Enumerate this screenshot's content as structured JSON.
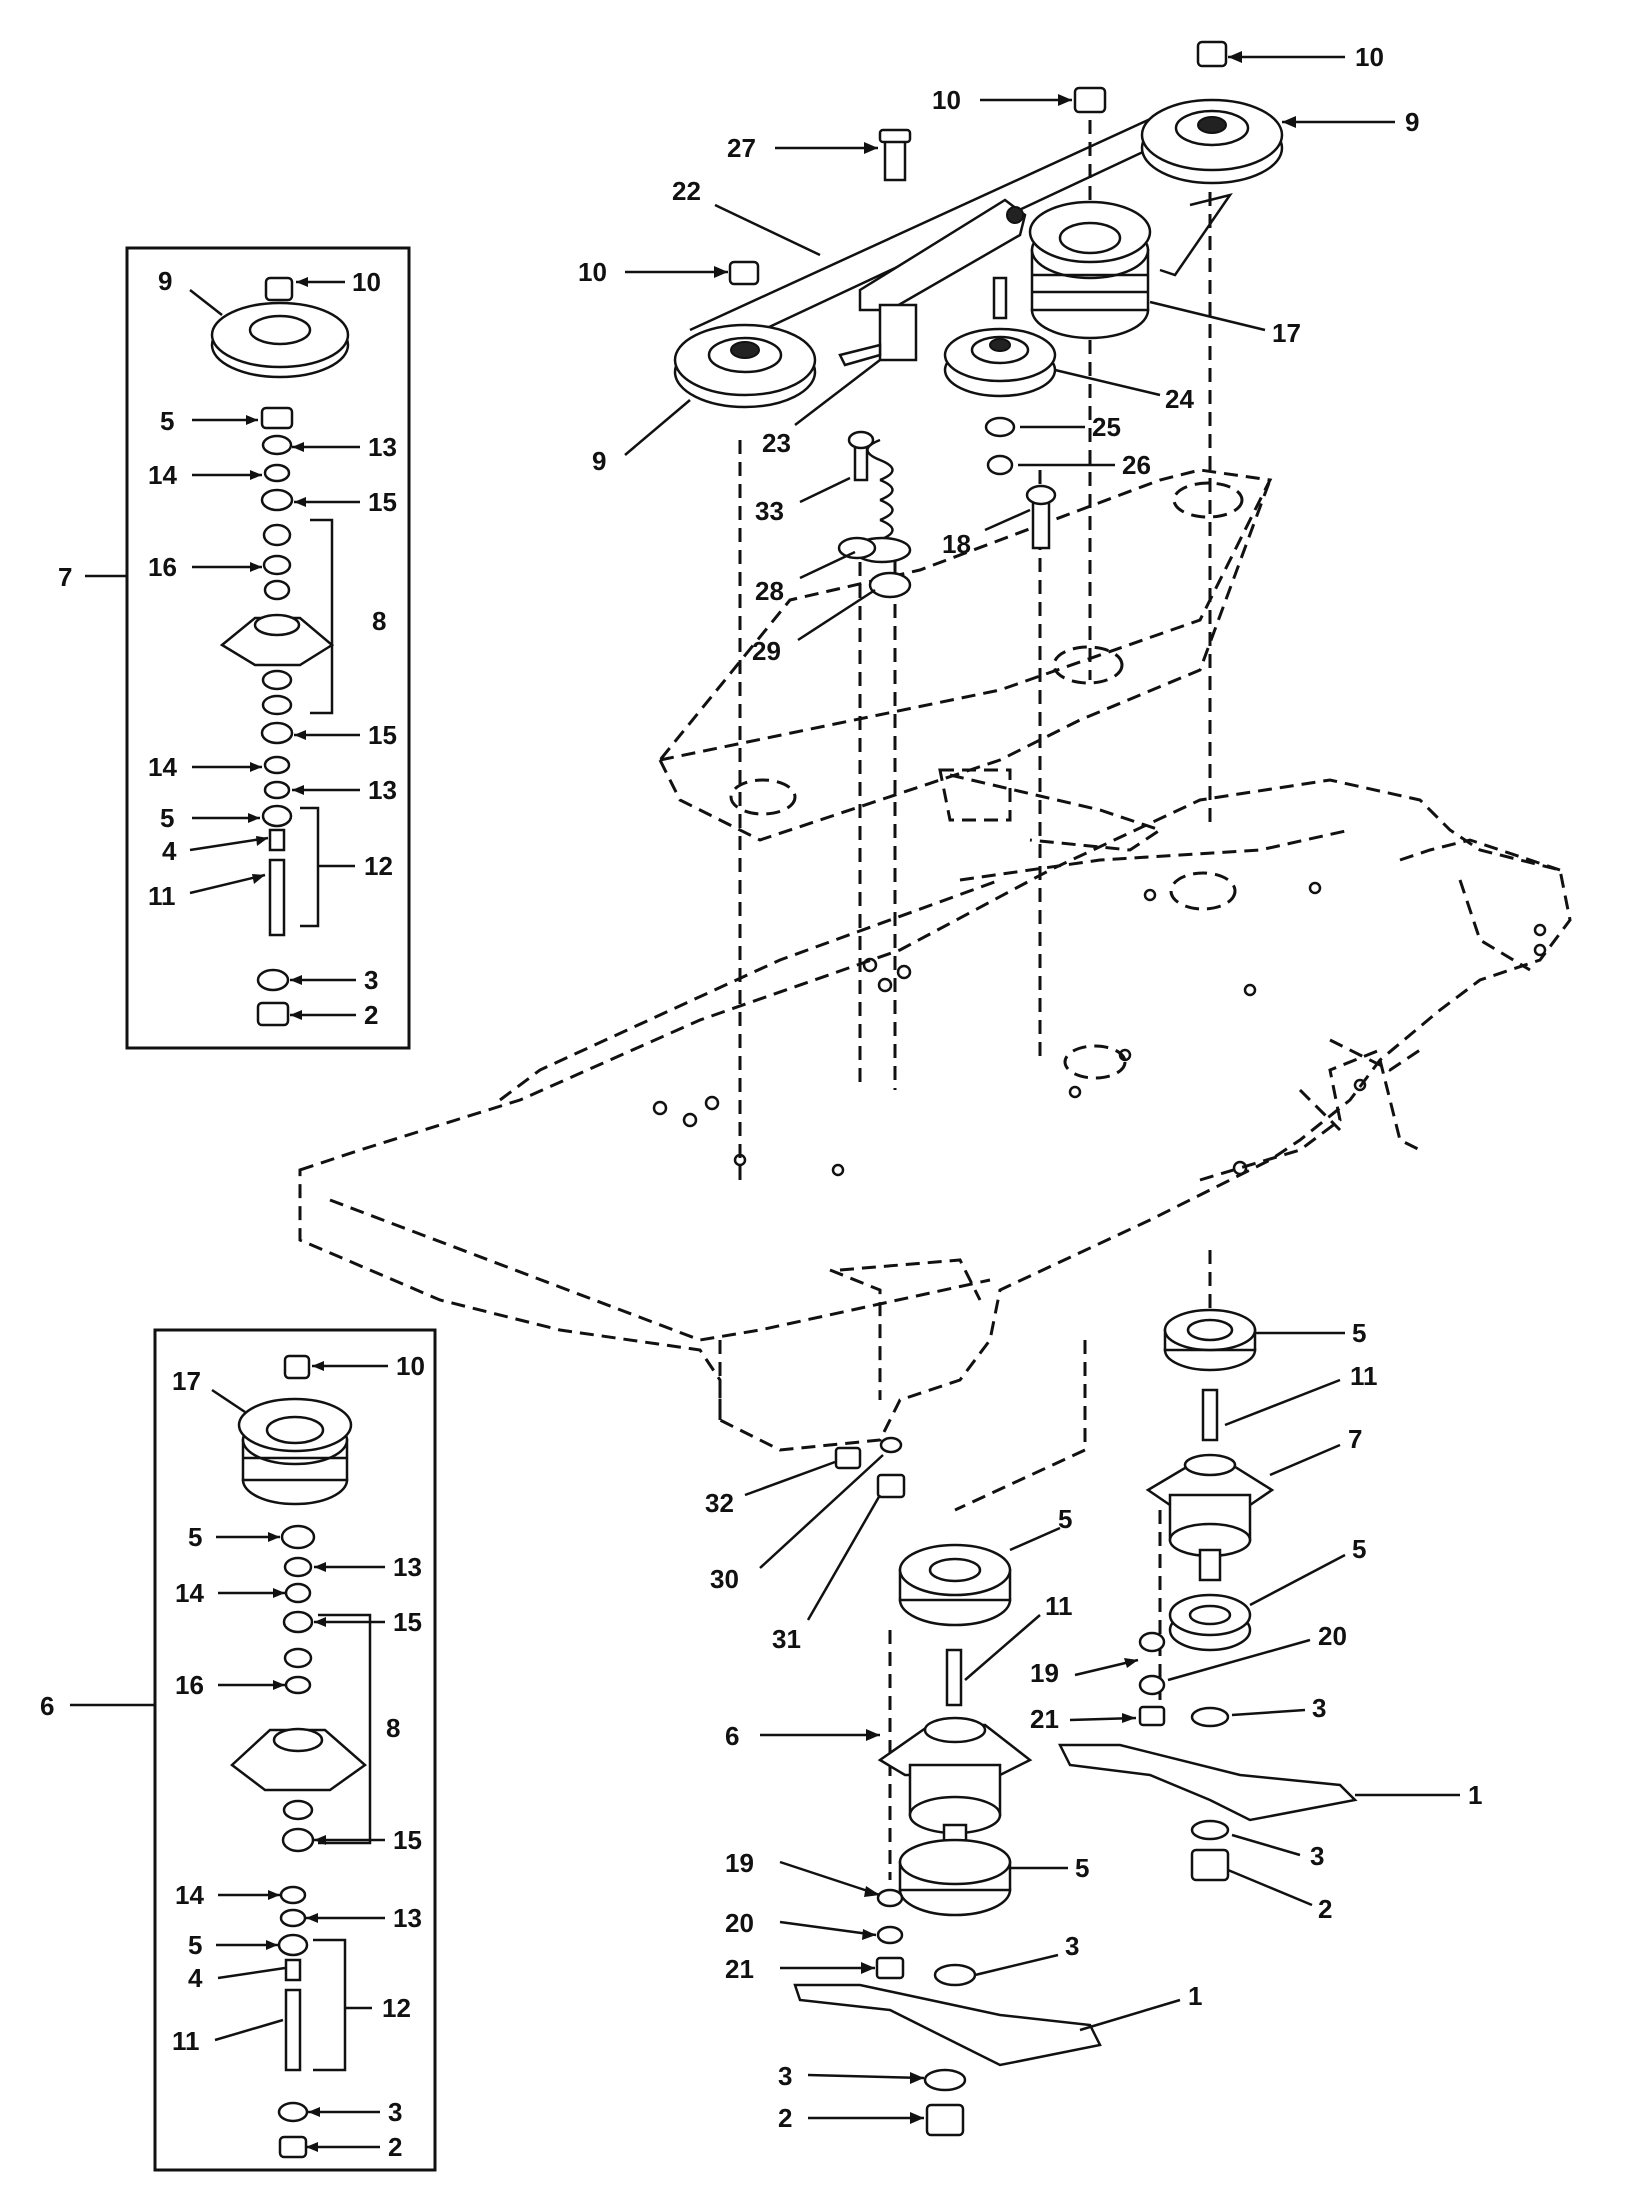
{
  "labels": {
    "l10a": "10",
    "l9a": "9",
    "l10b": "10",
    "l27": "27",
    "l22": "22",
    "l10c": "10",
    "l17": "17",
    "l24": "24",
    "l9b": "9",
    "l23": "23",
    "l25": "25",
    "l26": "26",
    "l33": "33",
    "l18": "18",
    "l28": "28",
    "l29": "29",
    "i7_10": "10",
    "i7_9": "9",
    "i7_5a": "5",
    "i7_13a": "13",
    "i7_14a": "14",
    "i7_15a": "15",
    "i7_7": "7",
    "i7_16": "16",
    "i7_8": "8",
    "i7_15b": "15",
    "i7_14b": "14",
    "i7_13b": "13",
    "i7_5b": "5",
    "i7_4": "4",
    "i7_12": "12",
    "i7_11": "11",
    "i7_3": "3",
    "i7_2": "2",
    "i6_17": "17",
    "i6_10": "10",
    "i6_5a": "5",
    "i6_13a": "13",
    "i6_14a": "14",
    "i6_15a": "15",
    "i6_6": "6",
    "i6_16": "16",
    "i6_8": "8",
    "i6_15b": "15",
    "i6_14b": "14",
    "i6_13b": "13",
    "i6_5b": "5",
    "i6_4": "4",
    "i6_12": "12",
    "i6_11": "11",
    "i6_3": "3",
    "i6_2": "2",
    "r5a": "5",
    "r11a": "11",
    "r7": "7",
    "r5b": "5",
    "r20a": "20",
    "r19a": "19",
    "r3a": "3",
    "r21a": "21",
    "r1a": "1",
    "r3b": "3",
    "r2a": "2",
    "c32": "32",
    "c30": "30",
    "c31": "31",
    "c5a": "5",
    "c11": "11",
    "c6": "6",
    "c19": "19",
    "c5b": "5",
    "c20": "20",
    "c3a": "3",
    "c21": "21",
    "c1": "1",
    "c3b": "3",
    "c2": "2"
  }
}
